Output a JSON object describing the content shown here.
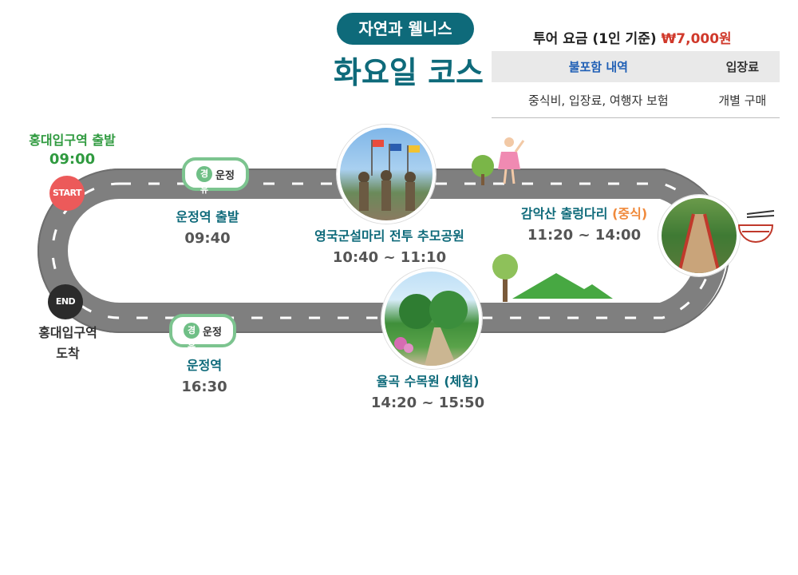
{
  "header": {
    "category": "자연과 웰니스",
    "title": "화요일 코스"
  },
  "fee": {
    "label": "투어 요금 (1인 기준)",
    "price": "₩7,000원"
  },
  "table": {
    "col1": "불포함 내역",
    "col2": "입장료",
    "cell1": "중식비, 입장료, 여행자 보험",
    "cell2": "개별 구매"
  },
  "start": {
    "place": "홍대입구역 출발",
    "time": "09:00",
    "badge": "START"
  },
  "end": {
    "badge": "END",
    "place_line1": "홍대입구역",
    "place_line2": "도착"
  },
  "via_label": "경유",
  "via_text": "운정",
  "stops": [
    {
      "name": "운정역 출발",
      "time": "09:40"
    },
    {
      "name": "영국군설마리 전투 추모공원",
      "time": "10:40 ~ 11:10"
    },
    {
      "name": "감악산 출렁다리",
      "name_extra": "(중식)",
      "time": "11:20 ~ 14:00"
    },
    {
      "name": "율곡 수목원 (체험)",
      "time": "14:20 ~ 15:50"
    },
    {
      "name": "운정역",
      "time": "16:30"
    }
  ],
  "colors": {
    "primary": "#0e6a7a",
    "green": "#2f9a3f",
    "red": "#d0392b",
    "road": "#808080",
    "lunch": "#f08a3c"
  }
}
